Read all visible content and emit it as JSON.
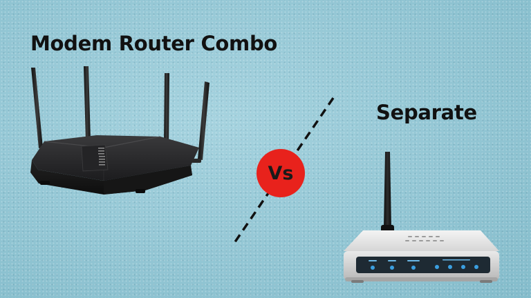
{
  "left_title": "Modem Router Combo",
  "vs_label": "Vs",
  "right_title": "Separate",
  "colors": {
    "background": "#95c7d5",
    "badge": "#e8221c",
    "text": "#111111"
  },
  "icons": {
    "left_device": "combo-router-icon",
    "right_device": "separate-router-icon"
  }
}
